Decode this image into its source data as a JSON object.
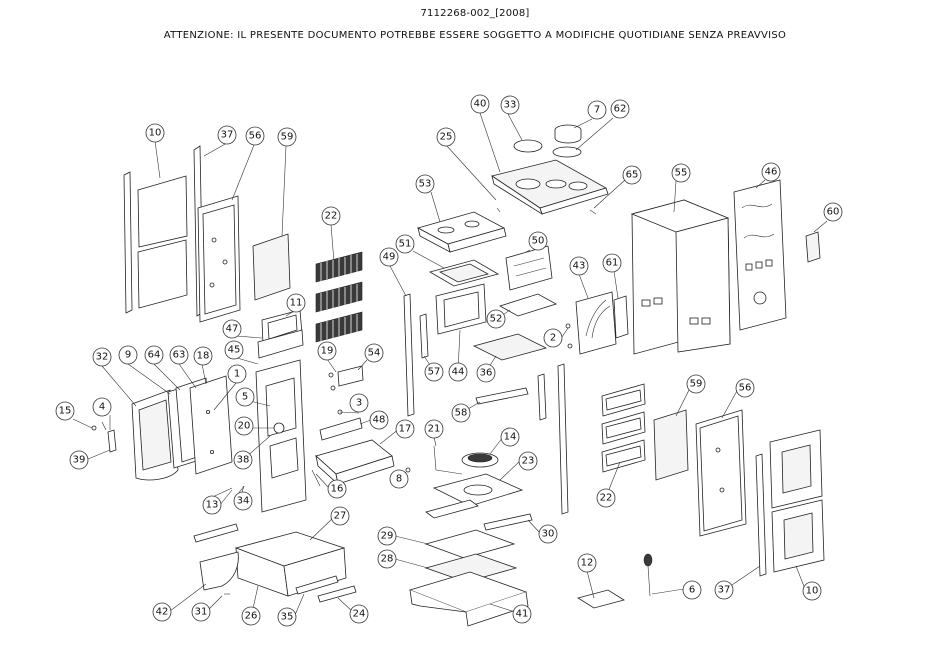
{
  "header": {
    "code": "7112268-002_[2008]",
    "notice": "ATTENZIONE: IL PRESENTE DOCUMENTO POTREBBE ESSERE SOGGETTO A MODIFICHE QUOTIDIANE SENZA PREAVVISO"
  },
  "callouts": [
    "10",
    "37",
    "56",
    "59",
    "22",
    "11",
    "47",
    "45",
    "19",
    "54",
    "32",
    "9",
    "64",
    "63",
    "18",
    "1",
    "5",
    "20",
    "38",
    "3",
    "48",
    "15",
    "4",
    "39",
    "13",
    "34",
    "16",
    "40",
    "33",
    "7",
    "62",
    "25",
    "65",
    "53",
    "55",
    "46",
    "60",
    "51",
    "50",
    "49",
    "43",
    "61",
    "2",
    "52",
    "57",
    "44",
    "36",
    "58",
    "17",
    "21",
    "14",
    "23",
    "8",
    "59",
    "56",
    "22",
    "27",
    "29",
    "30",
    "28",
    "12",
    "6",
    "37",
    "10",
    "42",
    "31",
    "26",
    "35",
    "24",
    "41"
  ]
}
